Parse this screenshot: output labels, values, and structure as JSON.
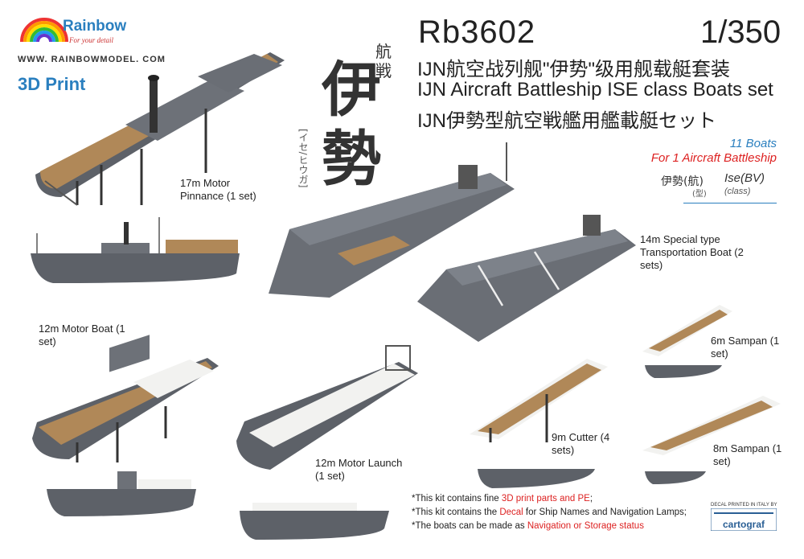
{
  "brand": {
    "name": "Rainbow",
    "tagline": "For your detail",
    "website": "WWW. RAINBOWMODEL. COM",
    "print_label": "3D Print"
  },
  "product": {
    "code": "Rb3602",
    "scale": "1/350",
    "title_cn": "IJN航空战列舰\"伊势\"级用舰载艇套装",
    "title_en": "IJN Aircraft Battleship ISE class Boats set",
    "title_jp": "IJN伊勢型航空戦艦用艦載艇セット"
  },
  "kanji": {
    "big_1": "伊",
    "big_2": "勢",
    "small": "航戦",
    "sub": "[イセ/ヒウガ]"
  },
  "summary": {
    "count": "11 Boats",
    "for": "For 1 Aircraft Battleship",
    "ship_jp": "伊勢(航)",
    "ship_jp_sub": "(型)",
    "ship_en": "Ise(BV)",
    "ship_en_sub": "(class)"
  },
  "boats": {
    "pinnace": "17m Motor Pinnance (1 set)",
    "transport": "14m Special type Transportation Boat (2 sets)",
    "motorboat": "12m Motor Boat (1 set)",
    "sampan6": "6m Sampan (1 set)",
    "cutter": "9m Cutter (4 sets)",
    "sampan8": "8m Sampan (1 set)",
    "launch": "12m Motor Launch (1 set)"
  },
  "notes": {
    "n1_pre": "*This kit contains fine ",
    "n1_hl": "3D print parts and PE",
    "n1_post": ";",
    "n2_pre": "*This kit contains the ",
    "n2_hl": "Decal",
    "n2_post": " for Ship Names and Navigation Lamps;",
    "n3_pre": "*The boats can be made as ",
    "n3_hl": "Navigation or Storage status"
  },
  "decal": {
    "printed": "DECAL PRINTED IN ITALY BY",
    "maker": "cartograf"
  },
  "colors": {
    "accent_blue": "#2a7fbf",
    "accent_red": "#d22",
    "hull_gray": "#5d6168",
    "deck_wood": "#b08858",
    "canvas_white": "#f2f2f0"
  }
}
